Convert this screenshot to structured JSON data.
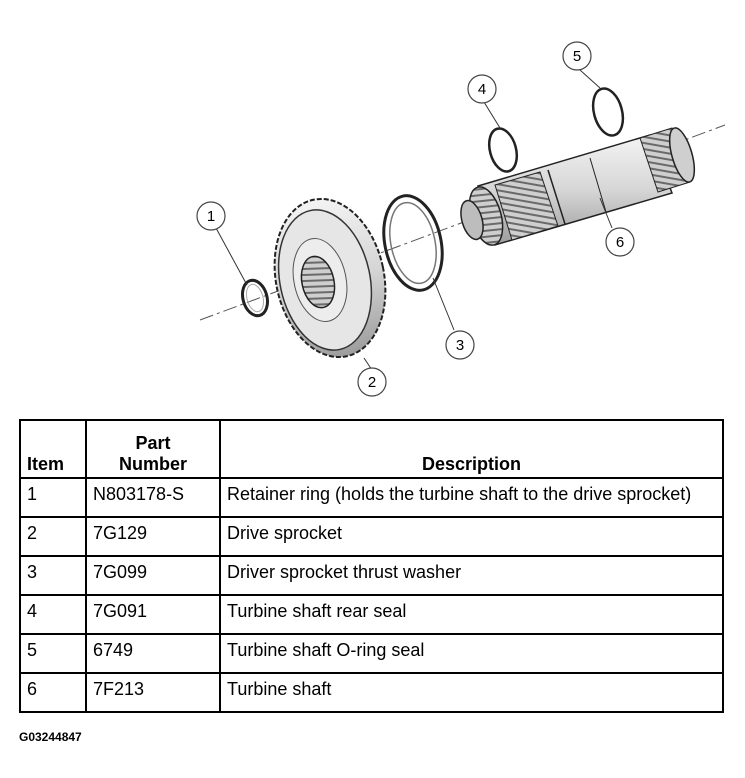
{
  "diagram": {
    "callouts": [
      "1",
      "2",
      "3",
      "4",
      "5",
      "6"
    ]
  },
  "table": {
    "headers": {
      "item": "Item",
      "part_line1": "Part",
      "part_line2": "Number",
      "description": "Description"
    },
    "rows": [
      {
        "item": "1",
        "part": "N803178-S",
        "description": "Retainer ring (holds the turbine shaft to the drive sprocket)"
      },
      {
        "item": "2",
        "part": "7G129",
        "description": "Drive sprocket"
      },
      {
        "item": "3",
        "part": "7G099",
        "description": "Driver sprocket thrust washer"
      },
      {
        "item": "4",
        "part": "7G091",
        "description": "Turbine shaft rear seal"
      },
      {
        "item": "5",
        "part": "6749",
        "description": "Turbine shaft O-ring seal"
      },
      {
        "item": "6",
        "part": "7F213",
        "description": "Turbine shaft"
      }
    ]
  },
  "figure_id": "G03244847"
}
